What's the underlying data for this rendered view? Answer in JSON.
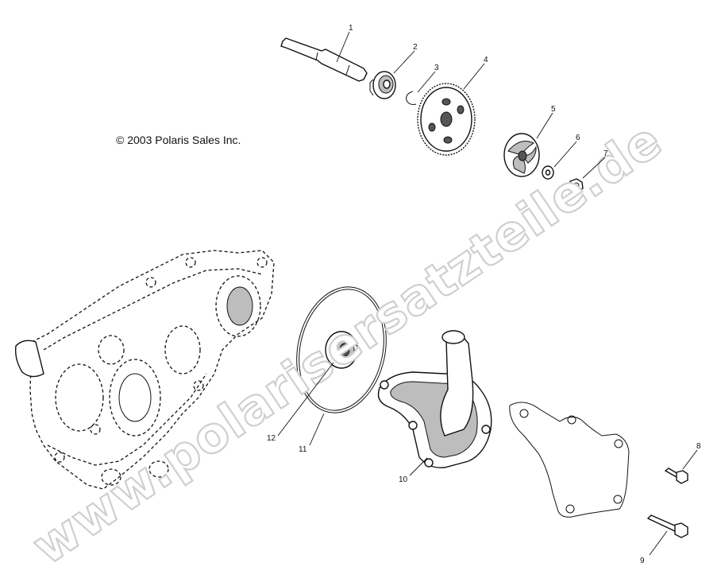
{
  "copyright": "© 2003 Polaris Sales Inc.",
  "watermark": "www.polarisersatzteile.de",
  "callouts": [
    "1",
    "2",
    "3",
    "4",
    "5",
    "6",
    "7",
    "8",
    "9",
    "10",
    "11",
    "12"
  ],
  "parts": [
    {
      "callout": "1",
      "icon": "shaft-icon"
    },
    {
      "callout": "2",
      "icon": "bearing-icon"
    },
    {
      "callout": "3",
      "icon": "snap-ring-icon"
    },
    {
      "callout": "4",
      "icon": "gear-icon"
    },
    {
      "callout": "5",
      "icon": "impeller-icon"
    },
    {
      "callout": "6",
      "icon": "washer-icon"
    },
    {
      "callout": "7",
      "icon": "nut-icon"
    },
    {
      "callout": "8",
      "icon": "bolt-icon"
    },
    {
      "callout": "9",
      "icon": "bolt-icon"
    },
    {
      "callout": "10",
      "icon": "pump-cover-icon"
    },
    {
      "callout": "11",
      "icon": "o-ring-icon"
    },
    {
      "callout": "12",
      "icon": "seal-icon"
    }
  ],
  "colors": {
    "line": "#111111",
    "shade": "#bdbdbd",
    "watermark_outline": "#cfcfcf",
    "background": "#ffffff"
  }
}
